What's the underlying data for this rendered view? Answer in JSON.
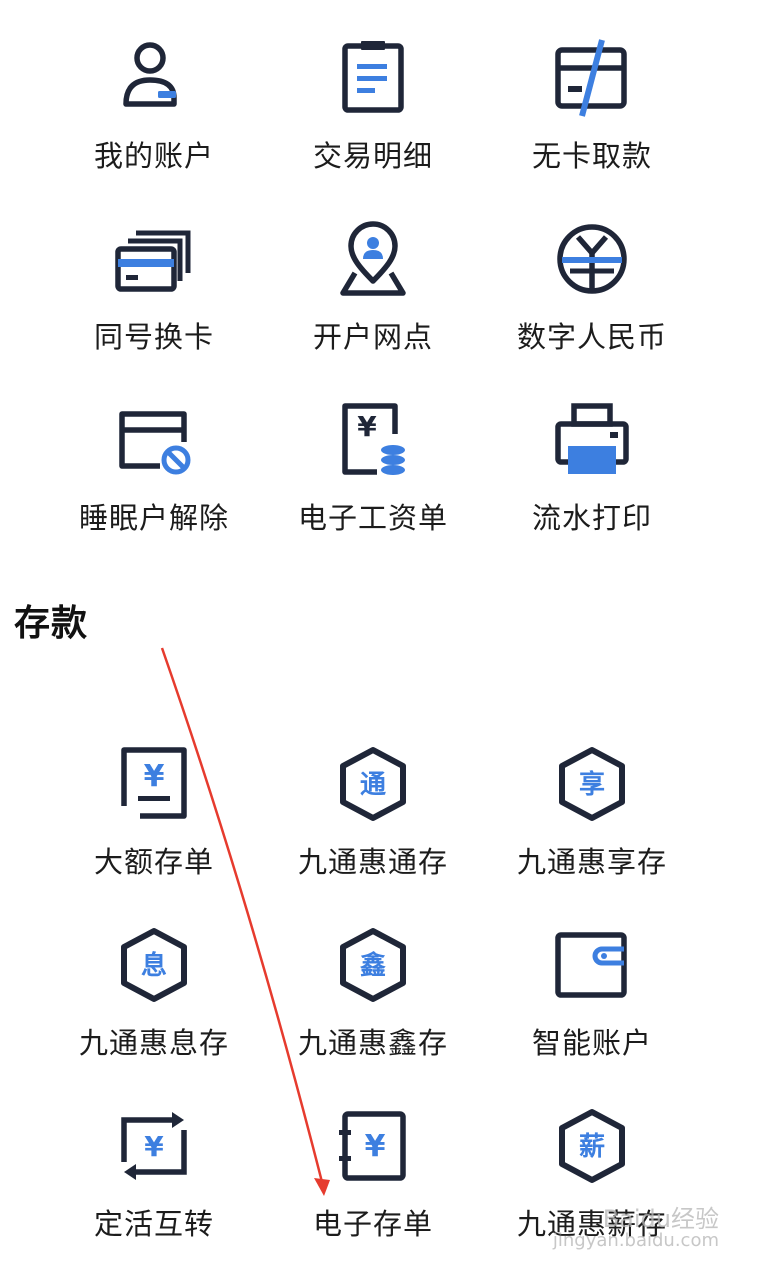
{
  "services": [
    {
      "label": "我的账户",
      "icon": "account-icon"
    },
    {
      "label": "交易明细",
      "icon": "document-list-icon"
    },
    {
      "label": "无卡取款",
      "icon": "cardless-withdraw-icon"
    },
    {
      "label": "同号换卡",
      "icon": "card-stack-icon"
    },
    {
      "label": "开户网点",
      "icon": "location-pin-icon"
    },
    {
      "label": "数字人民币",
      "icon": "digital-rmb-icon"
    },
    {
      "label": "睡眠户解除",
      "icon": "dormant-account-icon"
    },
    {
      "label": "电子工资单",
      "icon": "salary-slip-icon"
    },
    {
      "label": "流水打印",
      "icon": "printer-icon"
    }
  ],
  "deposit_section": {
    "title": "存款",
    "items": [
      {
        "label": "大额存单",
        "icon": "large-deposit-icon"
      },
      {
        "label": "九通惠通存",
        "icon": "hexagon-tong-icon",
        "glyph": "通"
      },
      {
        "label": "九通惠享存",
        "icon": "hexagon-xiang-icon",
        "glyph": "享"
      },
      {
        "label": "九通惠息存",
        "icon": "hexagon-xi-icon",
        "glyph": "息"
      },
      {
        "label": "九通惠鑫存",
        "icon": "hexagon-xin-icon",
        "glyph": "鑫"
      },
      {
        "label": "智能账户",
        "icon": "wallet-icon"
      },
      {
        "label": "定活互转",
        "icon": "transfer-icon"
      },
      {
        "label": "电子存单",
        "icon": "e-deposit-icon"
      },
      {
        "label": "九通惠薪存",
        "icon": "hexagon-xin-salary-icon",
        "glyph": "薪"
      }
    ]
  },
  "currency_glyph": "¥",
  "watermark": {
    "main": "Baidu经验",
    "sub": "jingyan.baidu.com"
  },
  "colors": {
    "ink": "#1f2638",
    "accent": "#3d7fe0",
    "annotation_arrow": "#e63b2e"
  }
}
